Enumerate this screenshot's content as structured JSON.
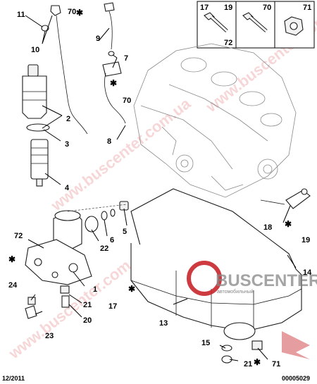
{
  "callouts": {
    "c11": "11",
    "c10": "10",
    "c70a": "70",
    "c9": "9",
    "c7": "7",
    "c70b": "70",
    "c2": "2",
    "c3": "3",
    "c4": "4",
    "c8": "8",
    "c5": "5",
    "c6": "6",
    "c22": "22",
    "c72": "72",
    "c24": "24",
    "c1": "1",
    "c21a": "21",
    "c20": "20",
    "c23": "23",
    "c17": "17",
    "c13": "13",
    "c14": "14",
    "c18": "18",
    "c19": "19",
    "c15": "15",
    "c21b": "21",
    "c71": "71"
  },
  "inset": {
    "cells": [
      {
        "top": "17",
        "top2": "19",
        "bottom": "72"
      },
      {
        "top": "70"
      },
      {
        "top": "71"
      }
    ]
  },
  "footer": {
    "date": "12/2011",
    "code": "00005029"
  },
  "watermark": {
    "brand": "BUSCENTER",
    "tagline": "автомобильный",
    "site": "www.buscenter.com.ua",
    "colors": {
      "logo_red": "#c8262c",
      "logo_grey": "#7a7a7a",
      "watermark": "#f0b6b6"
    }
  }
}
